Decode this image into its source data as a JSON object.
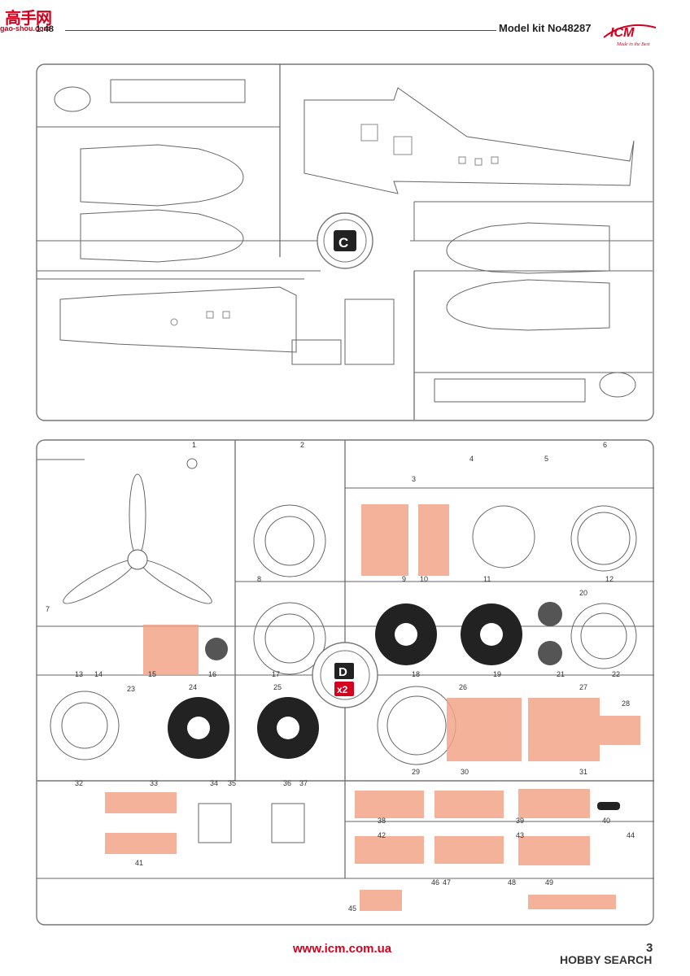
{
  "header": {
    "model_kit": "Model kit No48287",
    "scale": "1:48",
    "brand": "ICM",
    "brand_tagline": "Made in the Best"
  },
  "watermark": {
    "chars": "高手网",
    "url": "gao-shou.com"
  },
  "sprue_c": {
    "letter": "C"
  },
  "sprue_d": {
    "letter": "D",
    "count": "x2",
    "parts": [
      "1",
      "2",
      "3",
      "4",
      "5",
      "6",
      "7",
      "8",
      "9",
      "10",
      "11",
      "12",
      "13",
      "14",
      "15",
      "16",
      "17",
      "18",
      "19",
      "20",
      "21",
      "22",
      "23",
      "24",
      "25",
      "26",
      "27",
      "28",
      "29",
      "30",
      "31",
      "32",
      "33",
      "34",
      "35",
      "36",
      "37",
      "38",
      "39",
      "40",
      "41",
      "42",
      "43",
      "44",
      "45",
      "46",
      "47",
      "48",
      "49"
    ]
  },
  "footer": {
    "url": "www.icm.com.ua",
    "page_number": "3",
    "credit": "HOBBY SEARCH"
  },
  "colors": {
    "highlight": "#f2a48a",
    "accent": "#d4001f"
  }
}
